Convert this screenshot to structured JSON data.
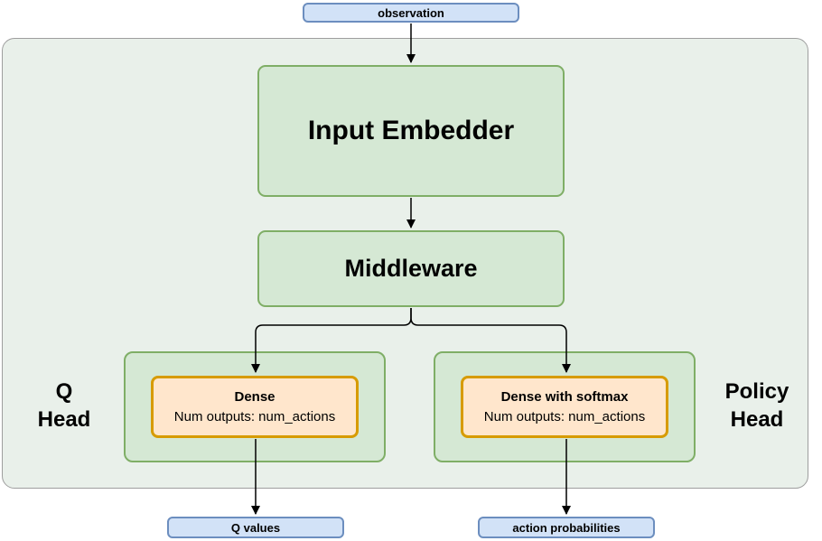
{
  "diagram": {
    "observation_label": "observation",
    "input_embedder_label": "Input Embedder",
    "middleware_label": "Middleware",
    "q_head": {
      "side_label_line1": "Q",
      "side_label_line2": "Head",
      "dense_title": "Dense",
      "dense_subtitle": "Num outputs: num_actions",
      "output_label": "Q values"
    },
    "policy_head": {
      "side_label_line1": "Policy",
      "side_label_line2": "Head",
      "dense_title": "Dense with softmax",
      "dense_subtitle": "Num outputs: num_actions",
      "output_label": "action probabilities"
    },
    "colors": {
      "green_fill": "#d5e8d4",
      "green_stroke": "#7fae66",
      "orange_fill": "#ffe6cc",
      "orange_stroke": "#d79b00",
      "blue_fill": "#d2e2f7",
      "blue_stroke": "#6c8ebf",
      "outer_container_fill": "#e9f0ea",
      "outer_container_stroke": "#9e9e9e",
      "arrow_color": "#000000"
    }
  }
}
